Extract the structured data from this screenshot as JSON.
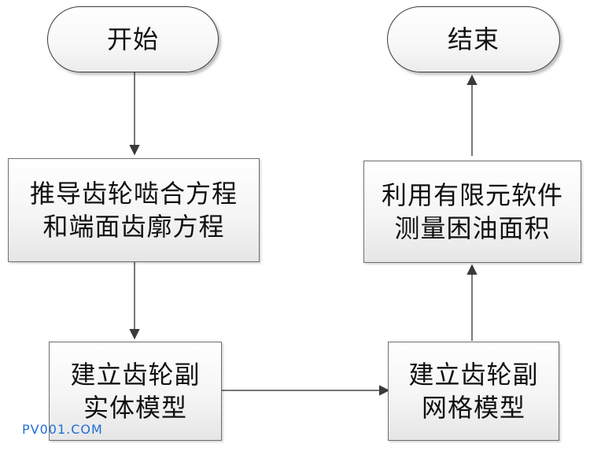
{
  "nodes": {
    "start": {
      "label": "开始"
    },
    "end": {
      "label": "结束"
    },
    "derive": {
      "line1": "推导齿轮啮合方程",
      "line2": "和端面齿廓方程"
    },
    "solid": {
      "line1": "建立齿轮副",
      "line2": "实体模型"
    },
    "mesh": {
      "line1": "建立齿轮副",
      "line2": "网格模型"
    },
    "measure": {
      "line1": "利用有限元软件",
      "line2": "测量困油面积"
    }
  },
  "watermark": "PV001.COM",
  "colors": {
    "line": "#4a4a4a",
    "watermark": "#1f6fd6"
  }
}
